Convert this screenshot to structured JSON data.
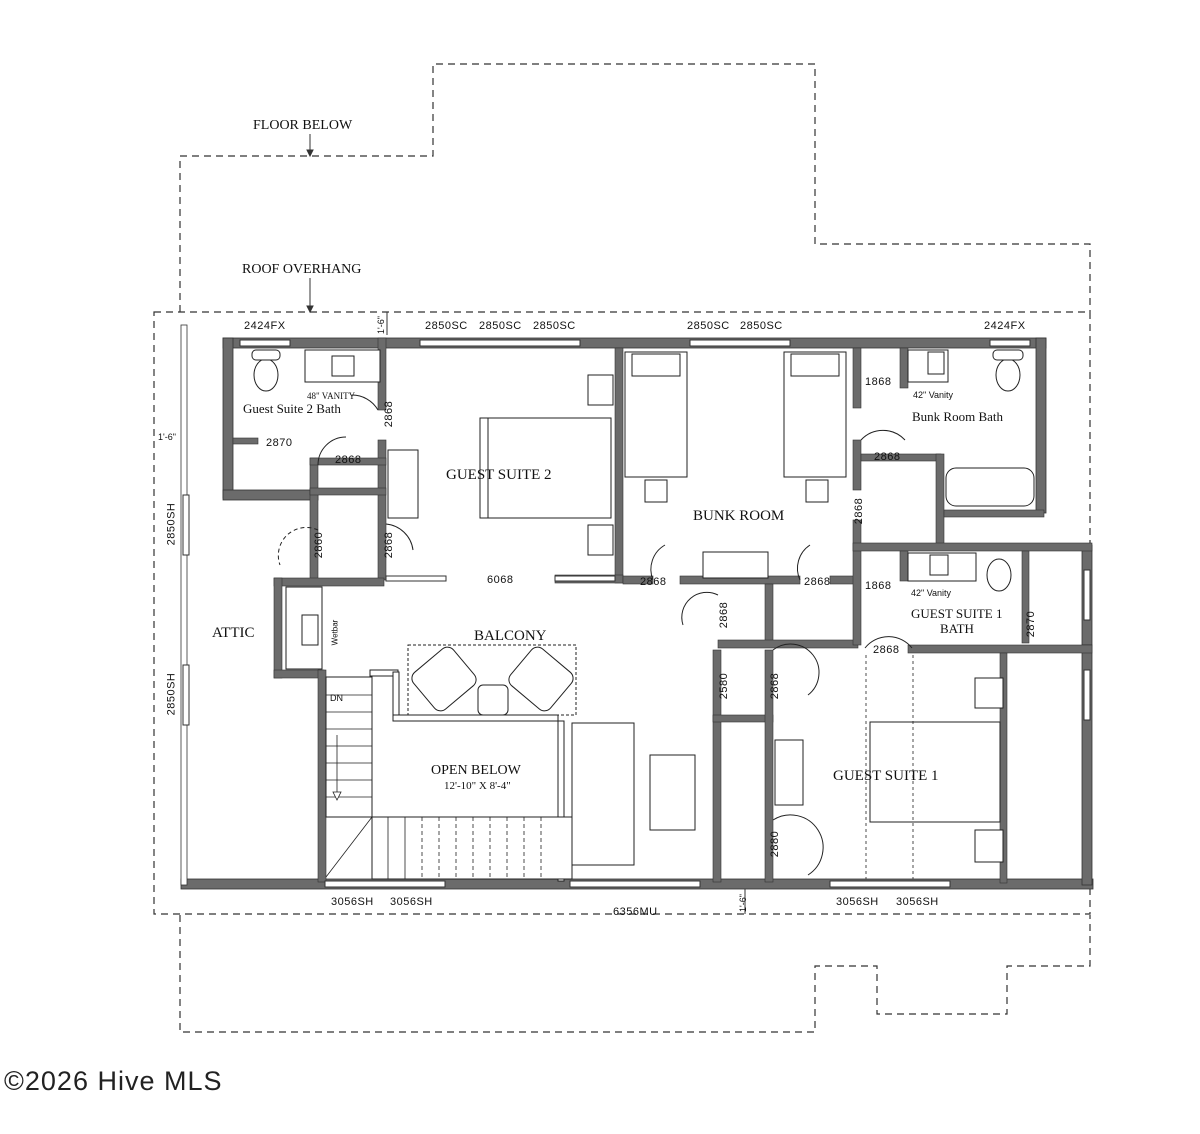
{
  "plan": {
    "annotations": {
      "floor_below": "FLOOR BELOW",
      "roof_overhang": "ROOF OVERHANG",
      "overhang_dim": "1'-6\""
    },
    "rooms": {
      "guest_suite_2_bath": "Guest Suite 2 Bath",
      "guest_suite_2": "GUEST SUITE 2",
      "bunk_room": "BUNK ROOM",
      "bunk_room_bath": "Bunk Room Bath",
      "attic": "ATTIC",
      "balcony": "BALCONY",
      "open_below": "OPEN BELOW",
      "open_below_size": "12'-10\" X 8'-4\"",
      "guest_suite_1": "GUEST SUITE 1",
      "guest_suite_1_bath_line1": "GUEST SUITE 1",
      "guest_suite_1_bath_line2": "BATH"
    },
    "fixtures": {
      "vanity_48": "48\" VANITY",
      "vanity_42_bunk": "42\" Vanity",
      "vanity_42_gs1": "42\" Vanity",
      "wetbar": "Wetbar",
      "stair_dn": "DN"
    },
    "windows": {
      "top_left_fx": "2424FX",
      "top_sc_1": "2850SC",
      "top_sc_2": "2850SC",
      "top_sc_3": "2850SC",
      "top_sc_4": "2850SC",
      "top_sc_5": "2850SC",
      "top_right_fx": "2424FX",
      "left_sh_1": "2850SH",
      "left_sh_2": "2850SH",
      "bottom_sh_1": "3056SH",
      "bottom_sh_2": "3056SH",
      "bottom_mu": "6356MU",
      "bottom_sh_3": "3056SH",
      "bottom_sh_4": "3056SH"
    },
    "doors": {
      "gs2_bath_shower": "2870",
      "gs2_bath_entry": "2868",
      "gs2_closet": "2868",
      "gs2_closet_2": "2860",
      "gs2_entry": "2868",
      "balcony_slider": "6068",
      "bunk_entry": "2868",
      "bunk_closet": "2868",
      "bunk_bath_closet": "1868",
      "bunk_bath_entry": "2868",
      "bunk_side": "2868",
      "hall_closet": "2868",
      "gs1_bath_closet": "1868",
      "gs1_bath_shower": "2870",
      "gs1_bath_entry": "2868",
      "hall_2580": "2580",
      "gs1_closet": "2868",
      "gs1_entry": "2880"
    }
  },
  "watermark": "©2026 Hive MLS"
}
